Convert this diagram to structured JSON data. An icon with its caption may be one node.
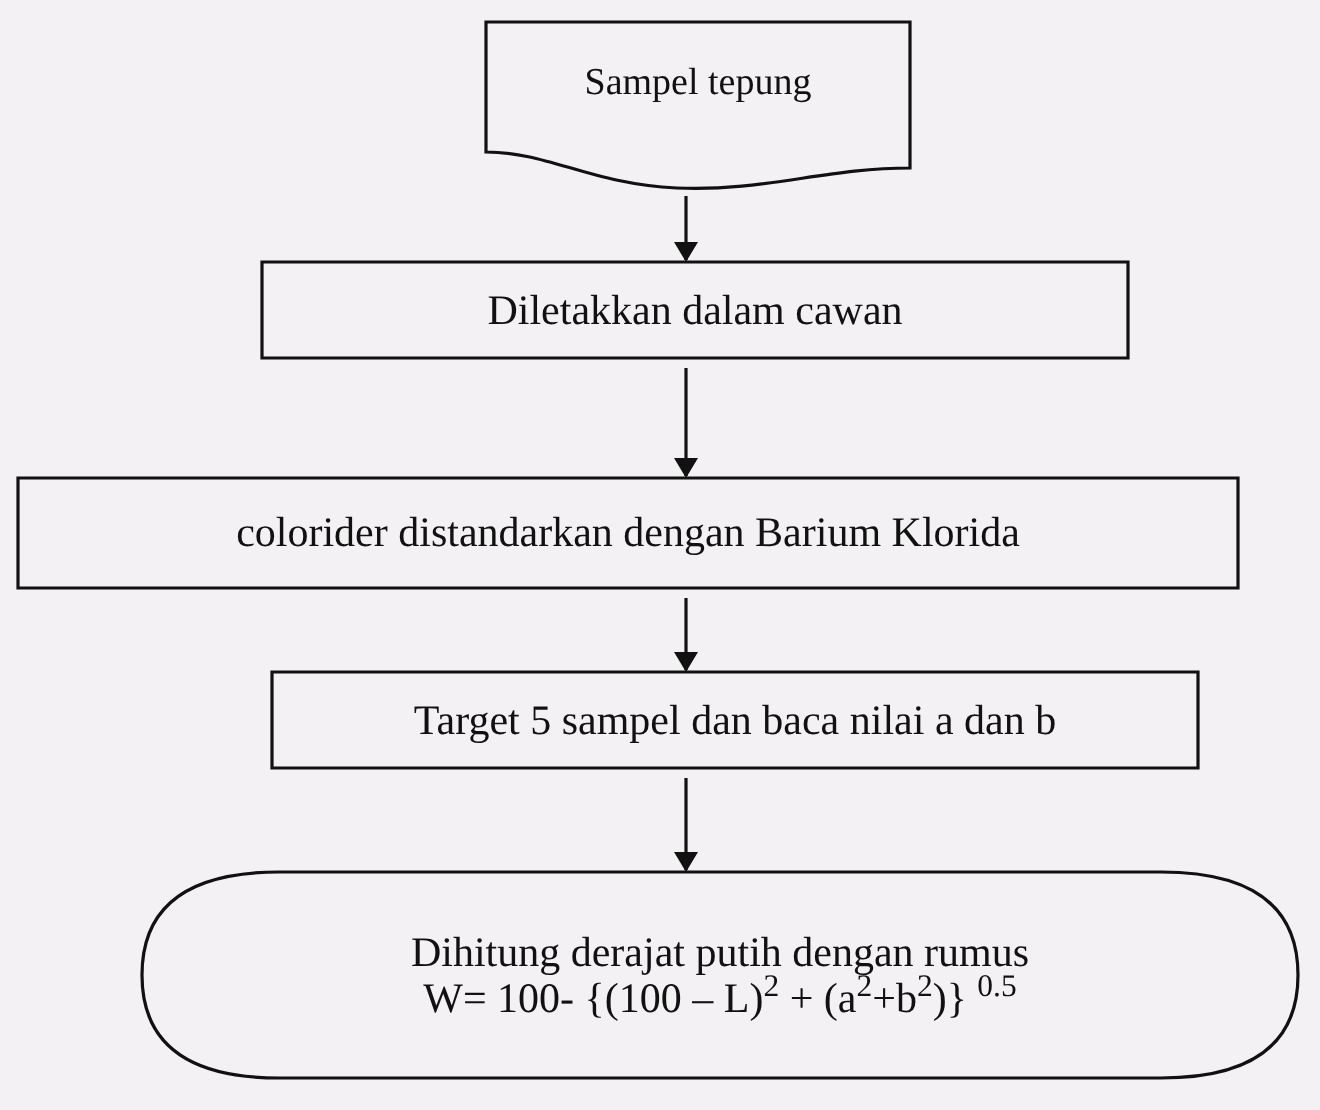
{
  "diagram": {
    "nodes": [
      {
        "text": [
          "Sampel tepung"
        ]
      },
      {
        "text": [
          "Diletakkan dalam cawan"
        ]
      },
      {
        "text": [
          "colorider distandarkan dengan Barium Klorida"
        ]
      },
      {
        "text": [
          "Target 5 sampel dan baca nilai a dan b"
        ]
      },
      {
        "text": [
          "Dihitung derajat putih dengan rumus",
          "W= 100- {(100 – L)$^{2}$ + (a$^{2}$+b$^{2}$)} $^{0.5}$"
        ]
      }
    ],
    "edges": [
      {
        "from": 0,
        "to": 1,
        "arrow": "to"
      },
      {
        "from": 1,
        "to": 2,
        "arrow": "to"
      },
      {
        "from": 2,
        "to": 3,
        "arrow": "to"
      },
      {
        "from": 3,
        "to": 4,
        "arrow": "to"
      }
    ]
  }
}
